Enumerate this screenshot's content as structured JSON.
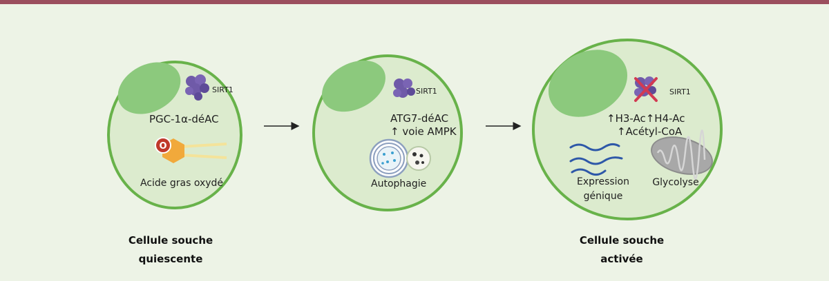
{
  "colors": {
    "top_bar": "#9b4e5e",
    "background": "#edf3e6",
    "cell_fill": "#dcebce",
    "cell_border": "#68b24a",
    "nucleus": "#8cc97d",
    "protein": "#6f5aa8",
    "cross": "#d23a52",
    "fatty_acid_head": "#c0392b",
    "hexagon": "#f1a93b",
    "tail": "#f4e39a",
    "dna": "#2e58a8",
    "mitochondria": "#9e9e9e"
  },
  "cell1": {
    "sirt_label": "SIRT1",
    "pgc_label": "PGC-1α-déAC",
    "o_label": "O",
    "fatty_acid_label": "Acide gras oxydé",
    "caption_line1": "Cellule souche",
    "caption_line2": "quiescente"
  },
  "cell2": {
    "sirt_label": "SIRT1",
    "atg_label": "ATG7-déAC",
    "ampk_label": "↑ voie AMPK",
    "autophagy_label": "Autophagie"
  },
  "cell3": {
    "sirt_label": "SIRT1",
    "histone_label": "↑H3-Ac↑H4-Ac",
    "acetyl_label": "↑Acétyl-CoA",
    "expression_line1": "Expression",
    "expression_line2": "génique",
    "glycolysis_label": "Glycolyse",
    "caption_line1": "Cellule souche",
    "caption_line2": "activée"
  }
}
